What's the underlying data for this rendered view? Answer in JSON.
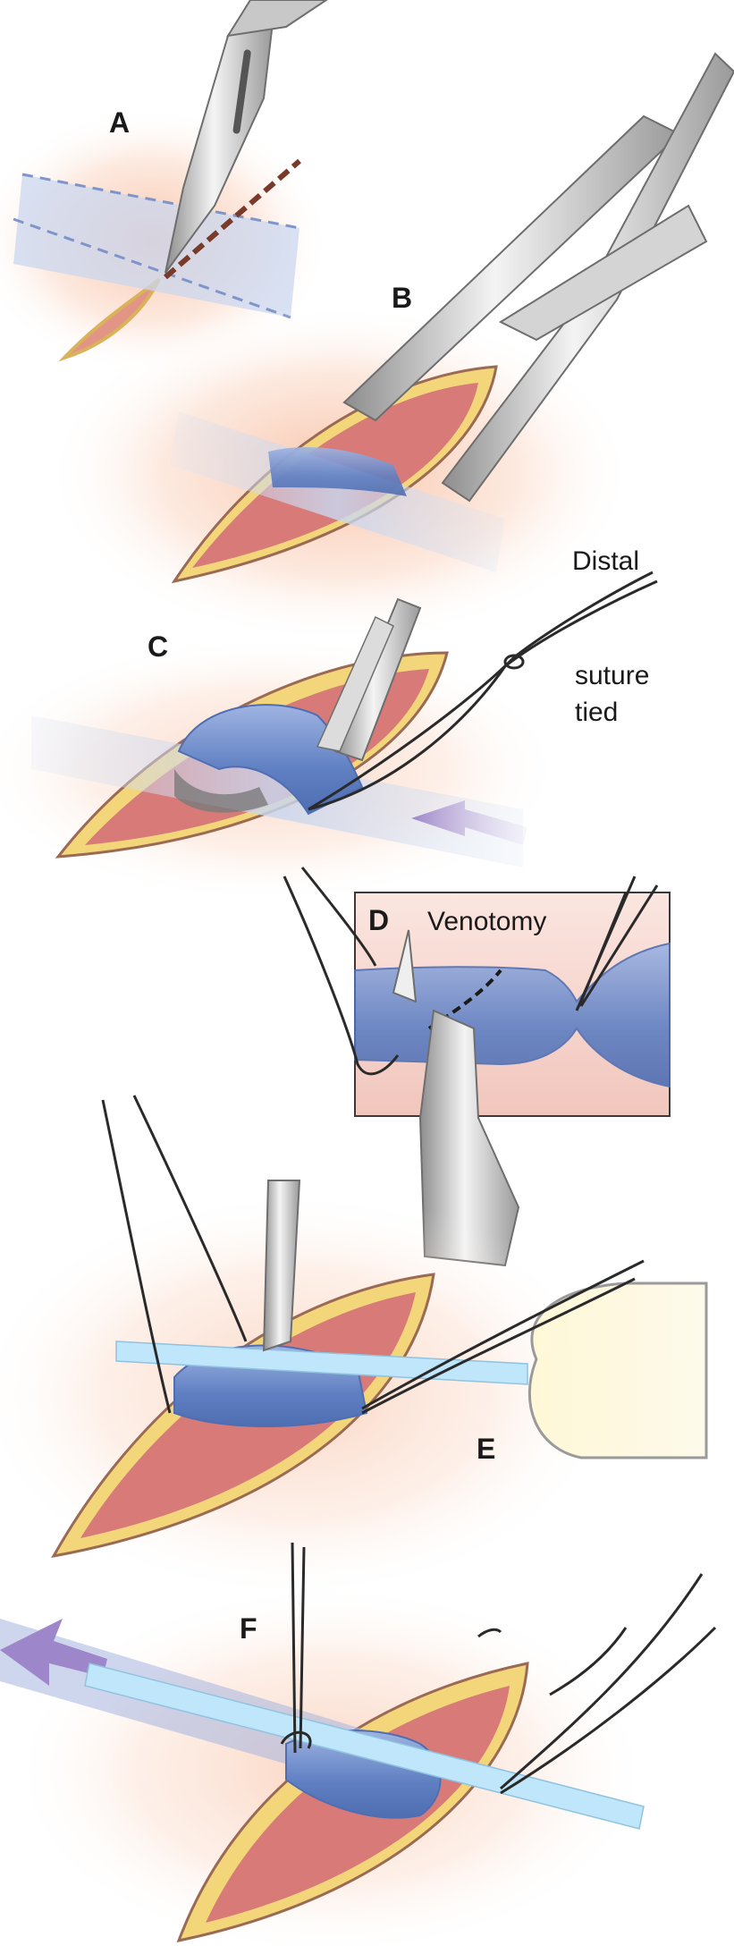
{
  "figure": {
    "panels": [
      {
        "id": "A",
        "label": "A"
      },
      {
        "id": "B",
        "label": "B"
      },
      {
        "id": "C",
        "label": "C"
      },
      {
        "id": "D",
        "label": "D"
      },
      {
        "id": "E",
        "label": "E"
      },
      {
        "id": "F",
        "label": "F"
      }
    ],
    "annotations": {
      "distal": "Distal",
      "suture": "suture",
      "tied": "tied",
      "venotomy": "Venotomy"
    },
    "colors": {
      "skin_glow": "#fbd3bd",
      "incision_edge": "#9a6a55",
      "fat_yellow": "#f3d67a",
      "tissue_pink": "#d77a78",
      "vein_blue": "#6e8cc9",
      "vein_light": "#b9c9e8",
      "steel": "#b8b8b8",
      "arrow_purple": "#9d86c9",
      "catheter_blue": "#bfe6fa",
      "suture_line": "#2a2a2a",
      "dash_brown": "#7a3a2a",
      "dash_blue": "#7f95c9"
    }
  }
}
